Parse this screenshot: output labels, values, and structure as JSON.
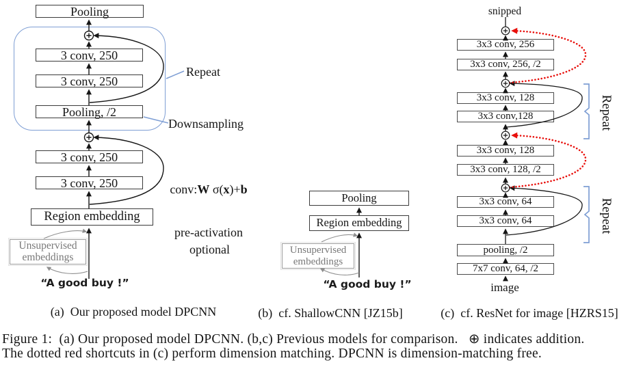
{
  "panel_a": {
    "caption": "(a)  Our proposed model DPCNN",
    "boxes": {
      "pooling_top": "Pooling",
      "conv_repeat_1": "3 conv, 250",
      "conv_repeat_2": "3 conv, 250",
      "pooling_half": "Pooling, /2",
      "conv_3": "3 conv, 250",
      "conv_4": "3 conv, 250",
      "region_embedding": "Region embedding"
    },
    "unsupervised_line1": "Unsupervised",
    "unsupervised_line2": "embeddings",
    "input_text": "“A good buy !”",
    "labels": {
      "repeat": "Repeat",
      "downsampling": "Downsampling",
      "formula_conv": "conv:",
      "formula_w": "W",
      "formula_sigma": " σ(",
      "formula_x": "x",
      "formula_plus": ")+",
      "formula_b": "b",
      "pre_activation": "pre-activation",
      "optional": "optional"
    }
  },
  "panel_b": {
    "caption": "(b)  cf. ShallowCNN [JZ15b]",
    "boxes": {
      "pooling": "Pooling",
      "region_embedding": "Region embedding"
    },
    "unsupervised_line1": "Unsupervised",
    "unsupervised_line2": "embeddings",
    "input_text": "“A good buy !”"
  },
  "panel_c": {
    "caption": "(c)  cf. ResNet for image [HZRS15]",
    "snipped": "snipped",
    "layers": [
      "3x3 conv, 256",
      "3x3 conv, 256, /2",
      "3x3 conv, 128",
      "3x3 conv,128",
      "3x3 conv, 128",
      "3x3 conv, 128, /2",
      "3x3 conv, 64",
      "3x3 conv, 64",
      "pooling, /2",
      "7x7 conv, 64, /2"
    ],
    "image_label": "image",
    "repeat_label_top": "Repeat",
    "repeat_label_bottom": "Repeat"
  },
  "figure_caption": {
    "line1": "Figure 1:  (a) Our proposed model DPCNN. (b,c) Previous models for comparison.   ⊕ indicates addition.",
    "line2": "The dotted red shortcuts in (c) perform dimension matching. DPCNN is dimension-matching free."
  },
  "colors": {
    "accent_blue": "#7e9ed4",
    "shortcut_red": "#e8100c",
    "muted_gray": "#8f8f8f"
  }
}
